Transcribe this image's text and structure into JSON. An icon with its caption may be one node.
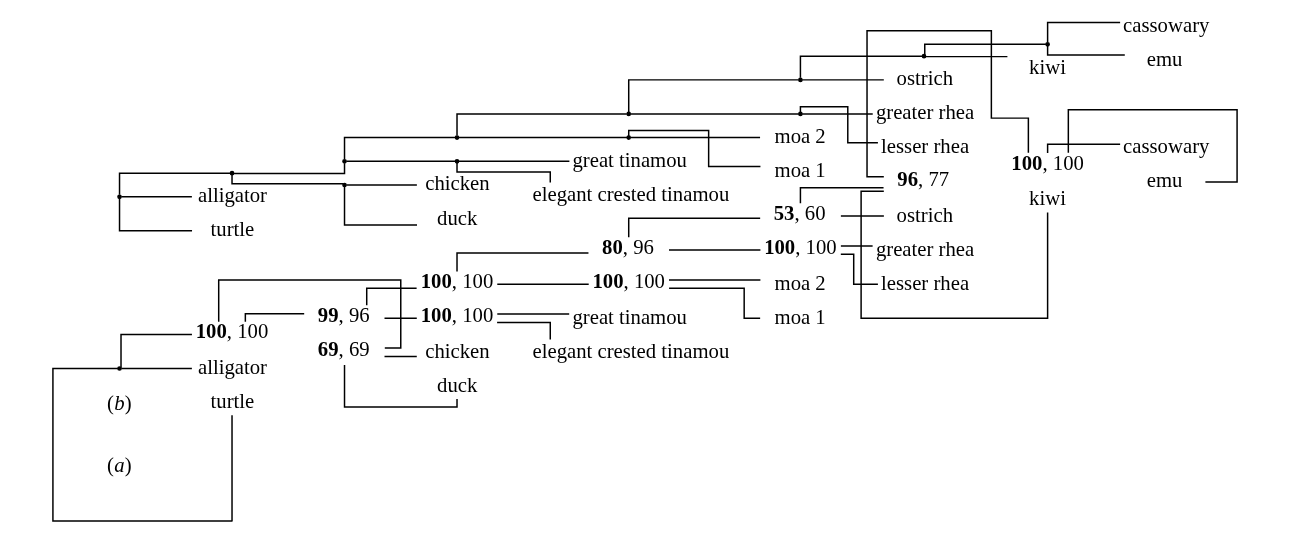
{
  "diagram": {
    "nodes": [
      {
        "text": [],
        "shape": "point"
      },
      {
        "text": [
          "**100**, 100"
        ]
      },
      {
        "text": [
          "**99**, 96"
        ]
      },
      {
        "text": [
          "**100**, 100"
        ]
      },
      {
        "text": [
          "**80**, 96"
        ]
      },
      {
        "text": [
          "**53**, 60"
        ]
      },
      {
        "text": [
          "**96**, 77"
        ]
      },
      {
        "text": [
          "**100**, 100"
        ]
      },
      {
        "text": [
          "cassowary"
        ]
      },
      {
        "text": [
          "emu"
        ]
      },
      {
        "text": [
          "kiwi"
        ]
      },
      {
        "text": [
          "ostrich"
        ]
      },
      {
        "text": [
          "**100**, 100"
        ]
      },
      {
        "text": [
          "greater rhea"
        ]
      },
      {
        "text": [
          "lesser rhea"
        ]
      },
      {
        "text": [
          "**100**, 100"
        ]
      },
      {
        "text": [
          "moa 2"
        ]
      },
      {
        "text": [
          "moa 1"
        ]
      },
      {
        "text": [
          "**100**, 100"
        ]
      },
      {
        "text": [
          "great tinamou"
        ]
      },
      {
        "text": [
          "elegant crested tinamou"
        ]
      },
      {
        "text": [
          "**69**, 69"
        ]
      },
      {
        "text": [
          "chicken"
        ]
      },
      {
        "text": [
          "duck"
        ]
      },
      {
        "text": [
          "alligator"
        ]
      },
      {
        "text": [
          "turtle"
        ]
      },
      {
        "text": [],
        "shape": "point"
      },
      {
        "text": [],
        "shape": "point"
      },
      {
        "text": [],
        "shape": "point"
      },
      {
        "text": [],
        "shape": "point"
      },
      {
        "text": [],
        "shape": "point"
      },
      {
        "text": [],
        "shape": "point"
      },
      {
        "text": [],
        "shape": "point"
      },
      {
        "text": [],
        "shape": "point"
      },
      {
        "text": [
          "cassowary"
        ]
      },
      {
        "text": [
          "emu"
        ]
      },
      {
        "text": [
          "kiwi"
        ]
      },
      {
        "text": [
          "ostrich"
        ]
      },
      {
        "text": [],
        "shape": "point"
      },
      {
        "text": [
          "greater rhea"
        ]
      },
      {
        "text": [
          "lesser rhea"
        ]
      },
      {
        "text": [],
        "shape": "point"
      },
      {
        "text": [
          "moa 2"
        ]
      },
      {
        "text": [
          "moa 1"
        ]
      },
      {
        "text": [],
        "shape": "point"
      },
      {
        "text": [
          "great tinamou"
        ]
      },
      {
        "text": [
          "elegant crested tinamou"
        ]
      },
      {
        "text": [],
        "shape": "point"
      },
      {
        "text": [
          "chicken"
        ]
      },
      {
        "text": [
          "duck"
        ]
      },
      {
        "text": [
          "alligator"
        ]
      },
      {
        "text": [
          "turtle"
        ]
      }
    ],
    "edges": [
      {
        "from": 0,
        "to": 1,
        "arrow": "none"
      },
      {
        "from": 0,
        "to": 24,
        "arrow": "none"
      },
      {
        "from": 0,
        "to": 25,
        "arrow": "none"
      },
      {
        "from": 1,
        "to": 2,
        "arrow": "none"
      },
      {
        "from": 1,
        "to": 21,
        "arrow": "none"
      },
      {
        "from": 2,
        "to": 3,
        "arrow": "none"
      },
      {
        "from": 2,
        "to": 18,
        "arrow": "none"
      },
      {
        "from": 3,
        "to": 4,
        "arrow": "none"
      },
      {
        "from": 3,
        "to": 15,
        "arrow": "none"
      },
      {
        "from": 4,
        "to": 5,
        "arrow": "none"
      },
      {
        "from": 4,
        "to": 12,
        "arrow": "none"
      },
      {
        "from": 5,
        "to": 6,
        "arrow": "none"
      },
      {
        "from": 5,
        "to": 11,
        "arrow": "none"
      },
      {
        "from": 6,
        "to": 7,
        "arrow": "none"
      },
      {
        "from": 6,
        "to": 10,
        "arrow": "none"
      },
      {
        "from": 7,
        "to": 8,
        "arrow": "none"
      },
      {
        "from": 7,
        "to": 9,
        "arrow": "none"
      },
      {
        "from": 12,
        "to": 13,
        "arrow": "none"
      },
      {
        "from": 12,
        "to": 14,
        "arrow": "none"
      },
      {
        "from": 15,
        "to": 16,
        "arrow": "none"
      },
      {
        "from": 15,
        "to": 17,
        "arrow": "none"
      },
      {
        "from": 18,
        "to": 19,
        "arrow": "none"
      },
      {
        "from": 18,
        "to": 20,
        "arrow": "none"
      },
      {
        "from": 21,
        "to": 22,
        "arrow": "none"
      },
      {
        "from": 21,
        "to": 23,
        "arrow": "none"
      },
      {
        "from": 26,
        "to": 27,
        "arrow": "none"
      },
      {
        "from": 26,
        "to": 50,
        "arrow": "none"
      },
      {
        "from": 26,
        "to": 51,
        "arrow": "none"
      },
      {
        "from": 27,
        "to": 28,
        "arrow": "none"
      },
      {
        "from": 27,
        "to": 47,
        "arrow": "none"
      },
      {
        "from": 28,
        "to": 29,
        "arrow": "none"
      },
      {
        "from": 28,
        "to": 44,
        "arrow": "none"
      },
      {
        "from": 29,
        "to": 30,
        "arrow": "none"
      },
      {
        "from": 29,
        "to": 41,
        "arrow": "none"
      },
      {
        "from": 30,
        "to": 31,
        "arrow": "none"
      },
      {
        "from": 30,
        "to": 38,
        "arrow": "none"
      },
      {
        "from": 31,
        "to": 32,
        "arrow": "none"
      },
      {
        "from": 31,
        "to": 37,
        "arrow": "none"
      },
      {
        "from": 32,
        "to": 33,
        "arrow": "none"
      },
      {
        "from": 32,
        "to": 36,
        "arrow": "none"
      },
      {
        "from": 33,
        "to": 34,
        "arrow": "none"
      },
      {
        "from": 33,
        "to": 35,
        "arrow": "none"
      },
      {
        "from": 38,
        "to": 39,
        "arrow": "none"
      },
      {
        "from": 38,
        "to": 40,
        "arrow": "none"
      },
      {
        "from": 41,
        "to": 42,
        "arrow": "none"
      },
      {
        "from": 41,
        "to": 43,
        "arrow": "none"
      },
      {
        "from": 44,
        "to": 45,
        "arrow": "none"
      },
      {
        "from": 44,
        "to": 46,
        "arrow": "none"
      },
      {
        "from": 47,
        "to": 48,
        "arrow": "none"
      },
      {
        "from": 47,
        "to": 49,
        "arrow": "none"
      }
    ],
    "labels": [
      "(*a*)",
      "(*b*)"
    ]
  }
}
